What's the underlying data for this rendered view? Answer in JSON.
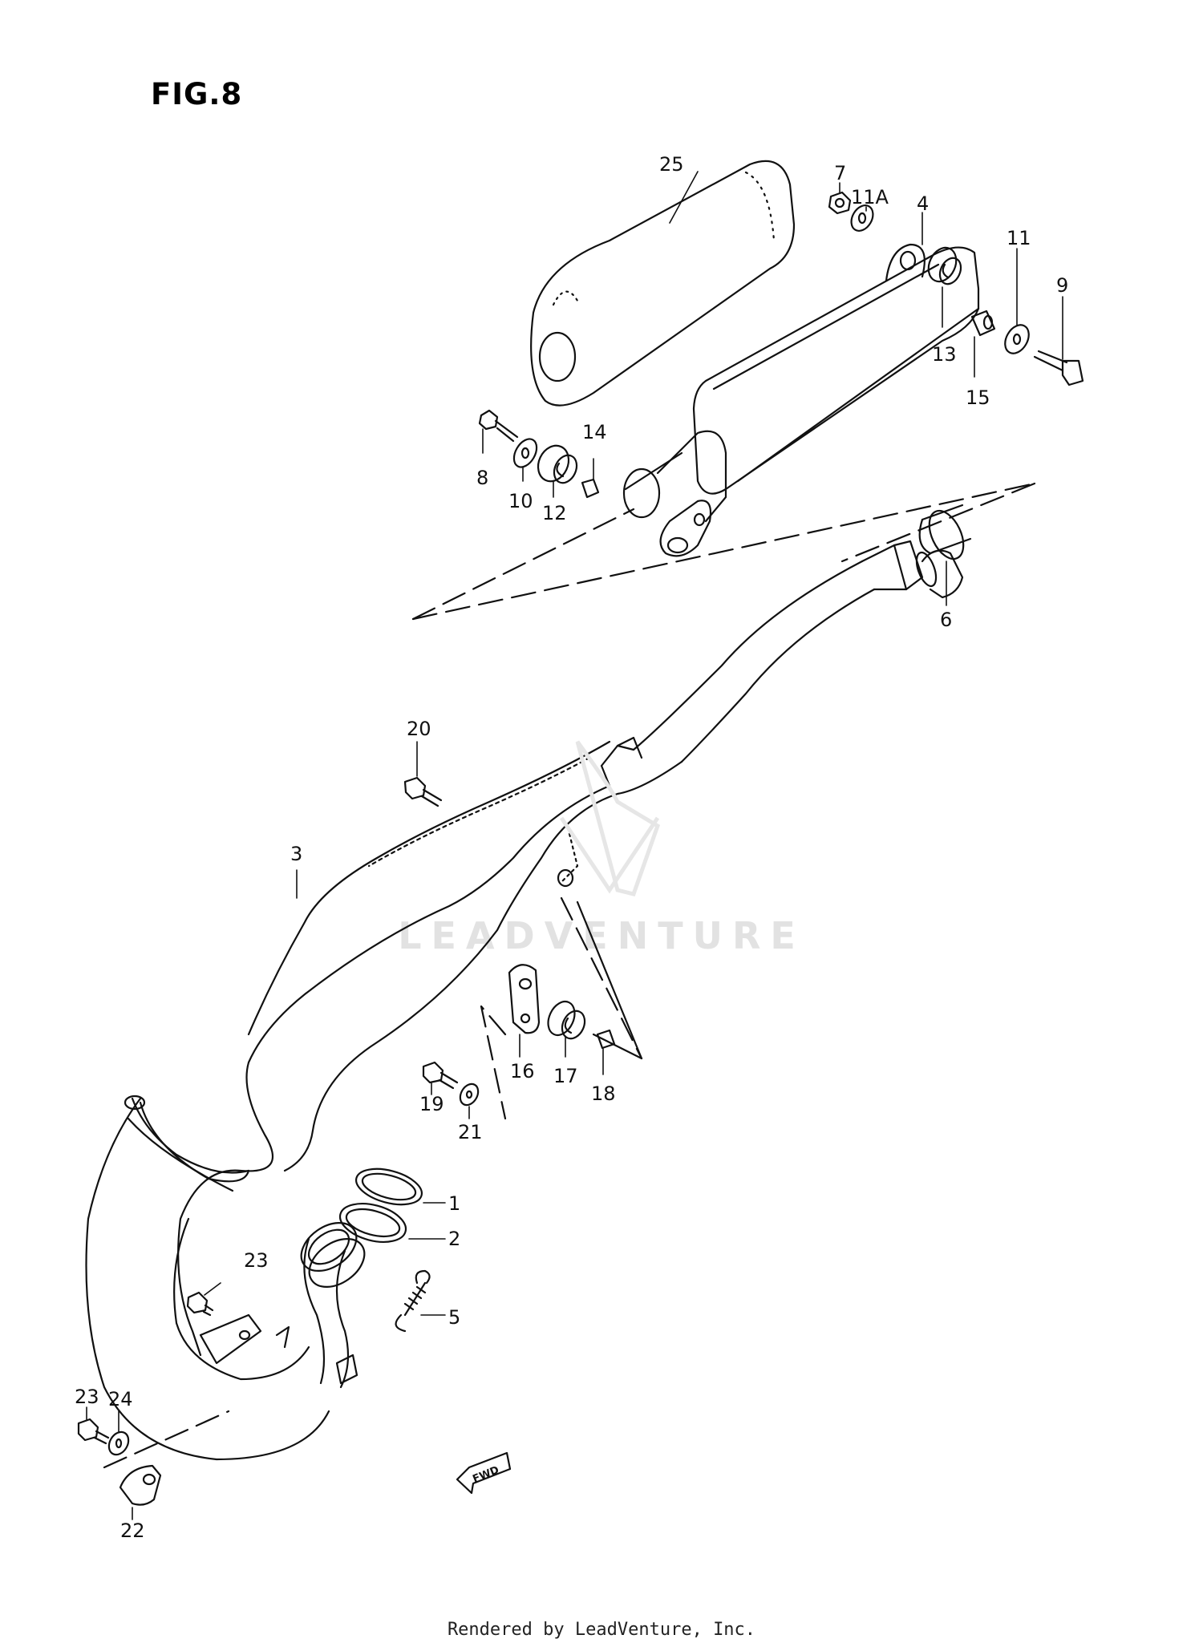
{
  "figure": {
    "title": "FIG.8"
  },
  "footer": {
    "text": "Rendered by LeadVenture, Inc."
  },
  "watermark": {
    "text": "LEADVENTURE"
  },
  "fwd_badge": {
    "text": "FWD"
  },
  "callouts": {
    "p1": "1",
    "p2": "2",
    "p3": "3",
    "p4": "4",
    "p5": "5",
    "p6": "6",
    "p7": "7",
    "p8": "8",
    "p9": "9",
    "p10": "10",
    "p11": "11",
    "p11a": "11A",
    "p12": "12",
    "p13": "13",
    "p14": "14",
    "p15": "15",
    "p16": "16",
    "p17": "17",
    "p18": "18",
    "p19": "19",
    "p20": "20",
    "p21": "21",
    "p22": "22",
    "p23a": "23",
    "p23b": "23",
    "p24": "24",
    "p25": "25"
  },
  "colors": {
    "line": "#111111",
    "watermark": "#e2e2e2"
  }
}
